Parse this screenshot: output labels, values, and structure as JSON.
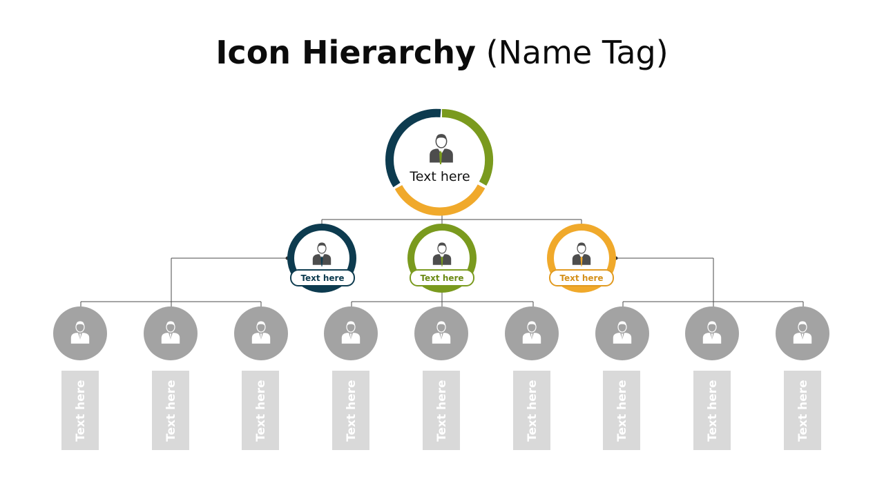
{
  "title": {
    "bold": "Icon Hierarchy",
    "light": "(Name Tag)"
  },
  "colors": {
    "navy": "#0d3b4f",
    "green": "#7a9a1e",
    "orange": "#f0a92b",
    "gray_circle": "#a3a3a3",
    "gray_box": "#d9d9d9",
    "icon_dark": "#4d4d4d"
  },
  "top": {
    "label": "Text here",
    "icon": "person-icon"
  },
  "level2": [
    {
      "label": "Text here",
      "color": "navy",
      "icon": "person-icon"
    },
    {
      "label": "Text here",
      "color": "green",
      "icon": "person-icon"
    },
    {
      "label": "Text here",
      "color": "orange",
      "icon": "person-icon"
    }
  ],
  "level3": [
    {
      "label": "Text here",
      "icon": "person-icon"
    },
    {
      "label": "Text here",
      "icon": "person-icon"
    },
    {
      "label": "Text here",
      "icon": "person-icon"
    },
    {
      "label": "Text here",
      "icon": "person-icon"
    },
    {
      "label": "Text here",
      "icon": "person-icon"
    },
    {
      "label": "Text here",
      "icon": "person-icon"
    },
    {
      "label": "Text here",
      "icon": "person-icon"
    },
    {
      "label": "Text here",
      "icon": "person-icon"
    },
    {
      "label": "Text here",
      "icon": "person-icon"
    }
  ]
}
